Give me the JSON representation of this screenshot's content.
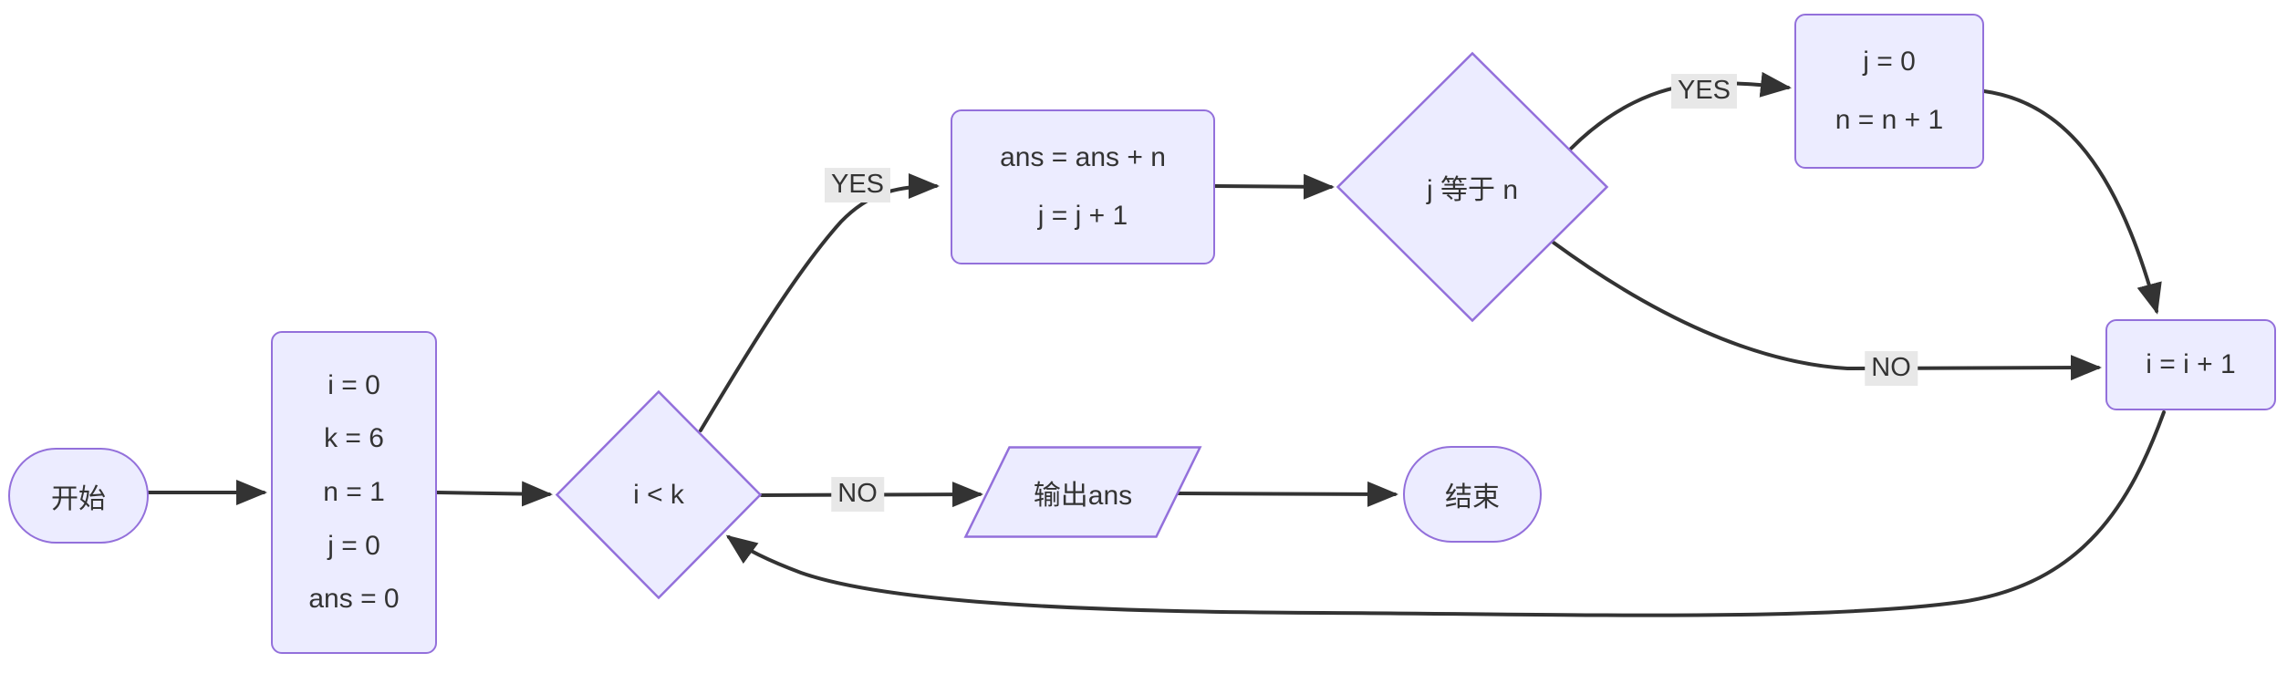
{
  "diagram": {
    "type": "flowchart",
    "direction": "left-to-right",
    "nodes": {
      "start": {
        "shape": "stadium",
        "label": "开始"
      },
      "init": {
        "shape": "rect",
        "lines": [
          "i = 0",
          "k = 6",
          "n = 1",
          "j = 0",
          "ans = 0"
        ]
      },
      "cond_i_lt_k": {
        "shape": "diamond",
        "label": "i < k"
      },
      "add_ans": {
        "shape": "rect",
        "lines": [
          "ans = ans + n",
          "j = j + 1"
        ]
      },
      "cond_j_eq_n": {
        "shape": "diamond",
        "label": "j 等于 n"
      },
      "reset_j": {
        "shape": "rect",
        "lines": [
          "j = 0",
          "n = n + 1"
        ]
      },
      "inc_i": {
        "shape": "rect",
        "label": "i = i + 1"
      },
      "output": {
        "shape": "parallelogram",
        "label": "输出ans"
      },
      "end": {
        "shape": "stadium",
        "label": "结束"
      }
    },
    "edges": [
      {
        "from": "start",
        "to": "init",
        "label": ""
      },
      {
        "from": "init",
        "to": "cond_i_lt_k",
        "label": ""
      },
      {
        "from": "cond_i_lt_k",
        "to": "add_ans",
        "label": "YES"
      },
      {
        "from": "add_ans",
        "to": "cond_j_eq_n",
        "label": ""
      },
      {
        "from": "cond_j_eq_n",
        "to": "reset_j",
        "label": "YES"
      },
      {
        "from": "reset_j",
        "to": "inc_i",
        "label": ""
      },
      {
        "from": "cond_j_eq_n",
        "to": "inc_i",
        "label": "NO"
      },
      {
        "from": "inc_i",
        "to": "cond_i_lt_k",
        "label": ""
      },
      {
        "from": "cond_i_lt_k",
        "to": "output",
        "label": "NO"
      },
      {
        "from": "output",
        "to": "end",
        "label": ""
      }
    ],
    "edge_labels": {
      "yes1": "YES",
      "no1": "NO",
      "yes2": "YES",
      "no2": "NO"
    },
    "colors": {
      "node_fill": "#ECECFF",
      "node_border": "#9370DB",
      "edge_stroke": "#333333",
      "text": "#333333",
      "edge_label_bg": "#e8e8e8",
      "background": "#ffffff"
    }
  }
}
